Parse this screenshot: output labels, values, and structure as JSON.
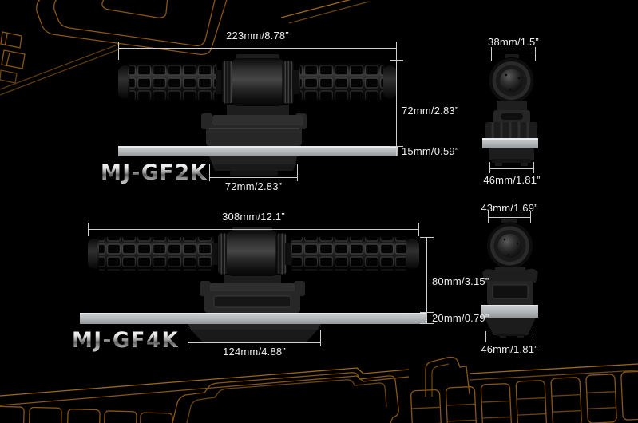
{
  "page": {
    "background": "#000000",
    "wireframe_color": "#8a5712",
    "dimension_line_color": "#cfcfcf"
  },
  "products": {
    "gf2k": {
      "name": "MJ-GF2K",
      "front": {
        "width": "223mm/8.78”",
        "height": "72mm/2.83”",
        "glass": "15mm/0.59”",
        "clamp": "72mm/2.83”"
      },
      "side": {
        "width": "38mm/1.5”",
        "base": "46mm/1.81”"
      }
    },
    "gf4k": {
      "name": "MJ-GF4K",
      "front": {
        "width": "308mm/12.1”",
        "height": "80mm/3.15”",
        "glass": "20mm/0.79”",
        "clamp": "124mm/4.88”"
      },
      "side": {
        "width": "43mm/1.69”",
        "base": "46mm/1.81”"
      }
    }
  }
}
